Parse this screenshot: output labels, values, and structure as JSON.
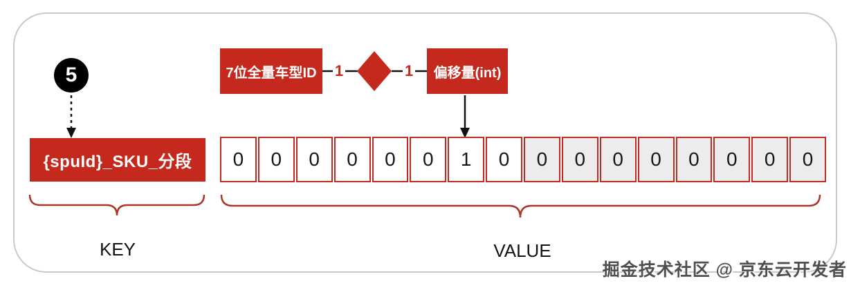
{
  "diagram": {
    "step_badge": "5",
    "key": {
      "box_label": "{spuId}_SKU_分段",
      "section_label": "KEY"
    },
    "value": {
      "section_label": "VALUE"
    },
    "relation": {
      "left_entity": "7位全量车型ID",
      "left_cardinality": "1",
      "right_entity": "偏移量(int)",
      "right_cardinality": "1"
    },
    "bit_array": {
      "cells": [
        "0",
        "0",
        "0",
        "0",
        "0",
        "0",
        "1",
        "0",
        "0",
        "0",
        "0",
        "0",
        "0",
        "0",
        "0",
        "0"
      ],
      "shaded_from_index": 8,
      "arrow_points_to_index": 6
    },
    "watermark": "掘金技术社区 @ 京东云开发者",
    "colors": {
      "box_red": "#c5281c",
      "brace_red": "#ac3527",
      "shaded_cell": "#ececec",
      "frame_border": "#c9c9c9",
      "badge_black": "#000000"
    }
  }
}
